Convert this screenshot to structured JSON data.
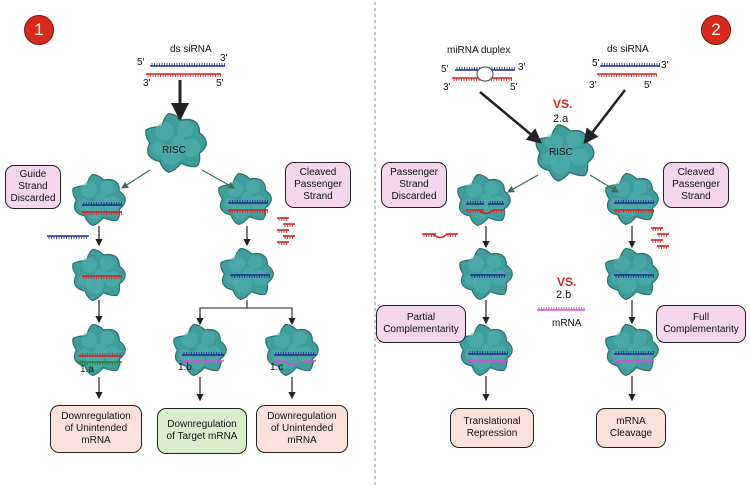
{
  "panel1": {
    "badge": "1",
    "ds_sirna": "ds siRNA",
    "prime5_top": "5'",
    "prime3_top": "3'",
    "prime3_bottom": "3'",
    "prime5_bottom": "5'",
    "risc": "RISC",
    "guide_discarded": "Guide\nStrand\nDiscarded",
    "cleaved_passenger": "Cleaved\nPassenger\nStrand",
    "label_1a": "1.a",
    "label_1b": "1.b",
    "label_1c": "1.c",
    "outcome_1a": "Downregulation\nof Unintended\nmRNA",
    "outcome_1b": "Downregulation\nof Target mRNA",
    "outcome_1c": "Downregulation\nof Unintended\nmRNA"
  },
  "panel2": {
    "badge": "2",
    "mirna_duplex": "miRNA duplex",
    "ds_sirna": "ds siRNA",
    "prime5_top": "5'",
    "prime3_top": "3'",
    "prime3_bottom": "3'",
    "prime5_bottom": "5'",
    "vs": "VS.",
    "label_2a": "2.a",
    "label_2b": "2.b",
    "risc": "RISC",
    "passenger_discarded": "Passenger\nStrand\nDiscarded",
    "cleaved_passenger": "Cleaved\nPassenger\nStrand",
    "partial": "Partial\nComplementarity",
    "full": "Full\nComplementarity",
    "mrna": "mRNA",
    "outcome_left": "Translational\nRepression",
    "outcome_right": "mRNA\nCleavage"
  },
  "colors": {
    "badge": "#d8291b",
    "risc": "#3f9e9c",
    "strand_blue": "#1f2b8f",
    "strand_red": "#d32222",
    "mrna": "#d84dd2",
    "vs": "#c62828",
    "box_pink": "#f6d6ec",
    "box_salmon": "#fbe1da",
    "box_green": "#d9efcc"
  }
}
